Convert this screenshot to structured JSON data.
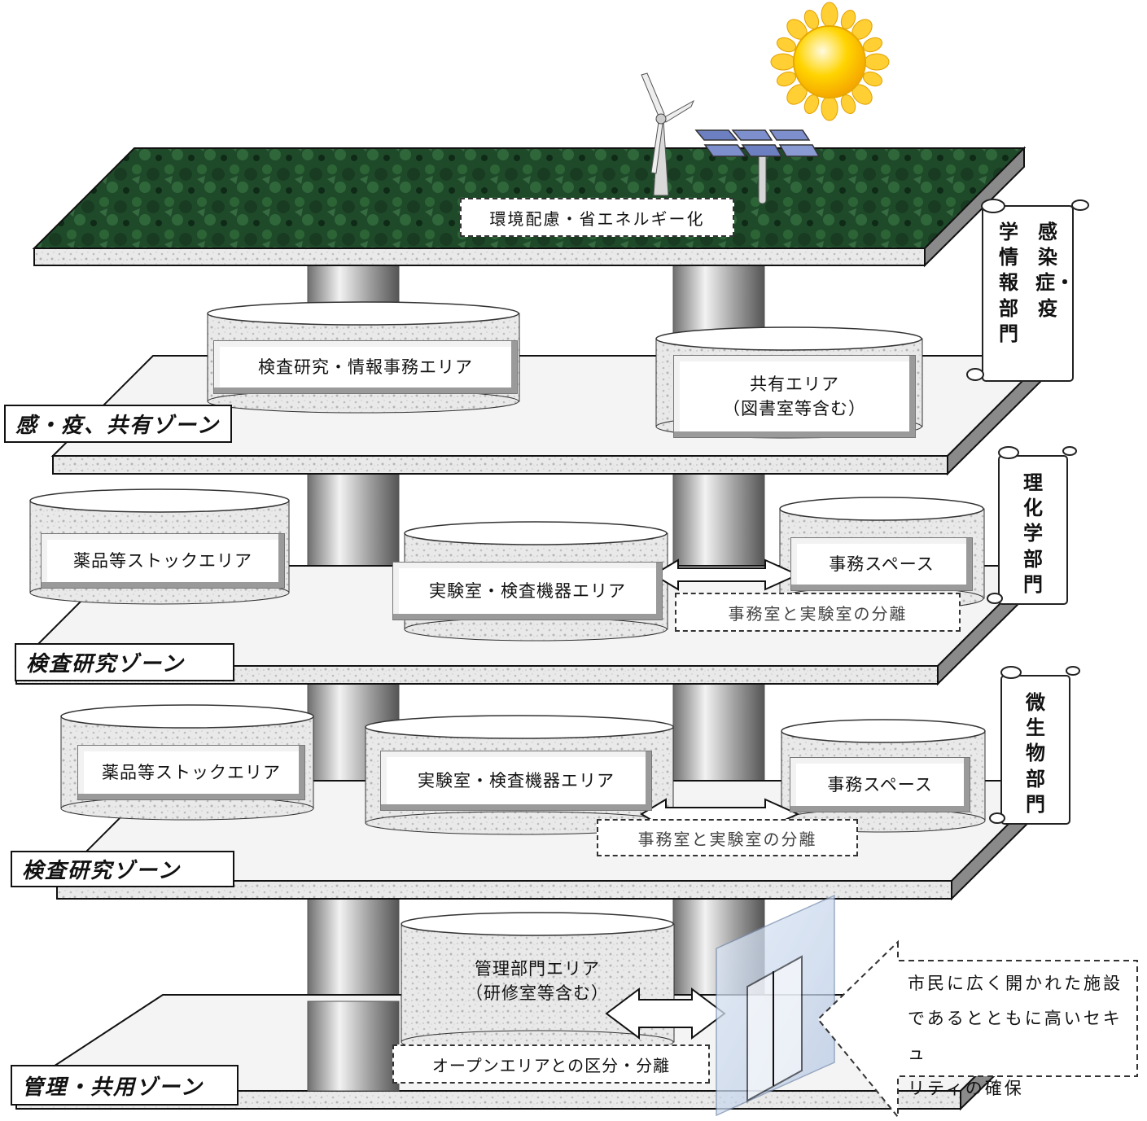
{
  "roof": {
    "label": "環境配慮・省エネルギー化"
  },
  "floor4": {
    "zone_label": "感・疫、共有ゾーン",
    "area_left": "検査研究・情報事務エリア",
    "area_right_line1": "共有エリア",
    "area_right_line2": "（図書室等含む）",
    "department": "感染症・疫学情報部門"
  },
  "floor3": {
    "zone_label": "検査研究ゾーン",
    "area_left": "薬品等ストックエリア",
    "area_center": "実験室・検査機器エリア",
    "area_right": "事務スペース",
    "separation_note": "事務室と実験室の分離",
    "department": "理化学部門"
  },
  "floor2": {
    "zone_label": "検査研究ゾーン",
    "area_left": "薬品等ストックエリア",
    "area_center": "実験室・検査機器エリア",
    "area_right": "事務スペース",
    "separation_note": "事務室と実験室の分離",
    "department": "微生物部門"
  },
  "floor1": {
    "zone_label": "管理・共用ゾーン",
    "area_line1": "管理部門エリア",
    "area_line2": "（研修室等含む）",
    "separation_note": "オープンエリアとの区分・分離"
  },
  "security_callout": {
    "line1": "市民に広く開かれた施設",
    "line2": "であるとともに高いセキュ",
    "line3": "リティの確保"
  }
}
